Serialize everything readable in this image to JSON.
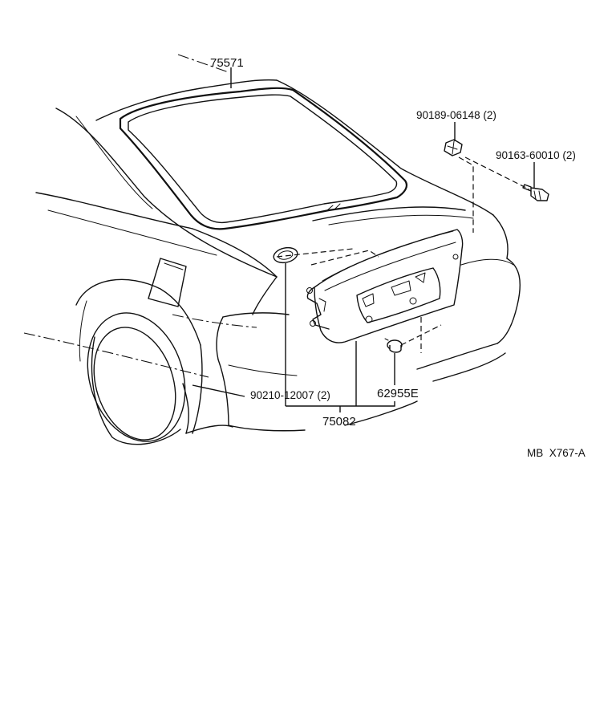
{
  "parts": {
    "back_window_weatherstrip": "75571",
    "screw_upper": "90189-06148 (2)",
    "screw_right": "90163-60010 (2)",
    "grommet": "90210-12007 (2)",
    "clip": "62955E",
    "license_garnish": "75082"
  },
  "footer": {
    "code": "MB  X767-A"
  },
  "icons": {
    "figure": "car-rear-exploded-view"
  }
}
